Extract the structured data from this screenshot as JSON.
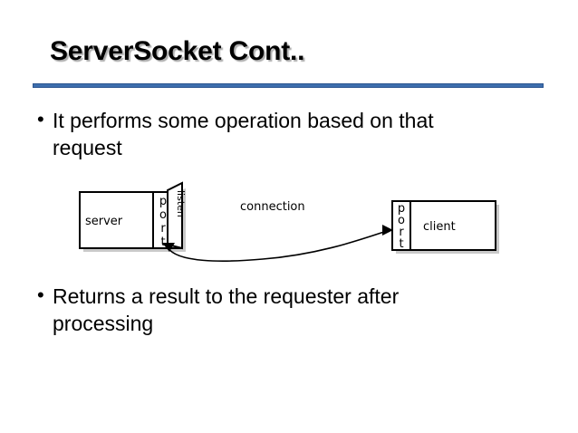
{
  "slide": {
    "title": "ServerSocket Cont..",
    "accent_color": "#3d6ead",
    "background_color": "#ffffff",
    "text_color": "#000000"
  },
  "bullets": [
    {
      "marker": "•",
      "text": "It performs some operation based on that request"
    },
    {
      "marker": "•",
      "text": "Returns a result to the requester after processing"
    }
  ],
  "diagram": {
    "server_box": {
      "label": "server",
      "port_label": "port"
    },
    "listen_flap": {
      "label": "listen"
    },
    "connection": {
      "label": "connection"
    },
    "client_box": {
      "label": "client",
      "port_label": "port"
    }
  }
}
